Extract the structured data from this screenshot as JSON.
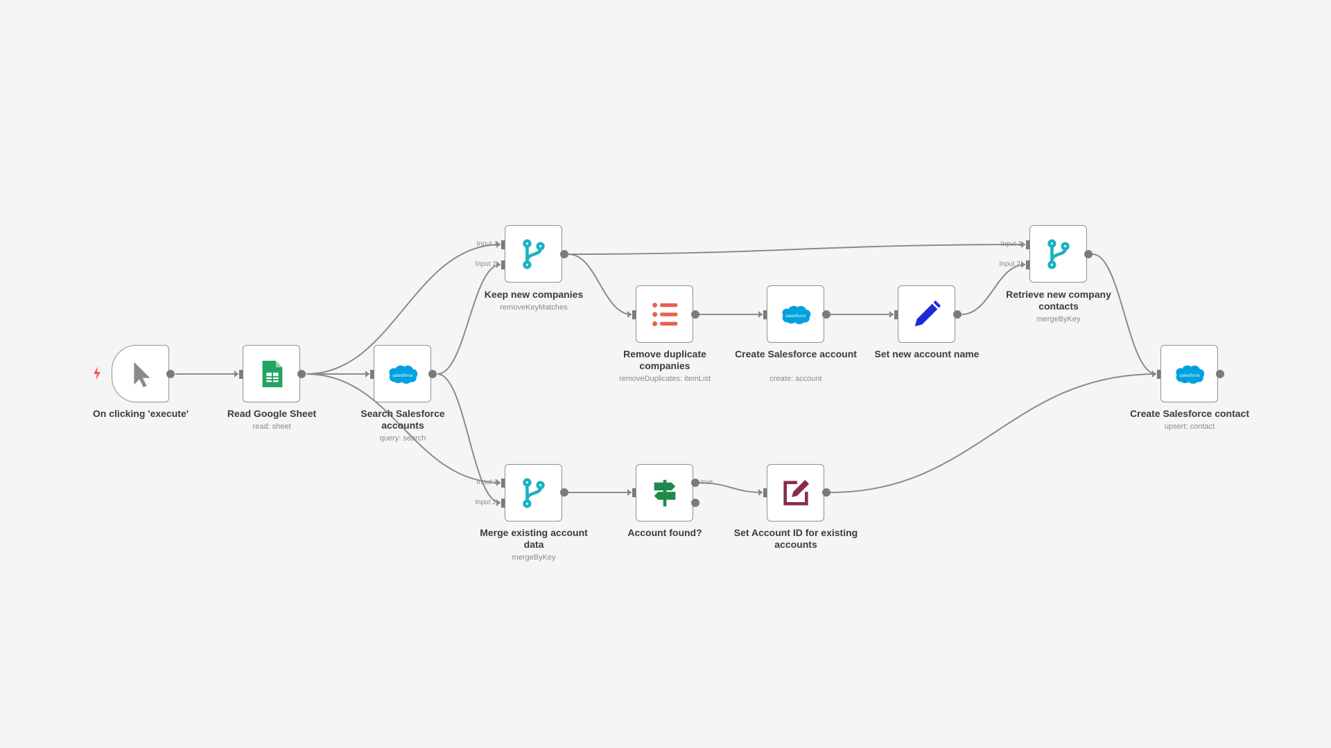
{
  "nodes": {
    "trigger": {
      "title": "On clicking 'execute'",
      "icon": "cursor-icon"
    },
    "read_sheet": {
      "title": "Read Google Sheet",
      "subtitle": "read: sheet",
      "icon": "google-sheets-icon"
    },
    "search_accounts": {
      "title": "Search Salesforce accounts",
      "subtitle": "query: search",
      "icon": "salesforce-icon"
    },
    "keep_new": {
      "title": "Keep new companies",
      "subtitle": "removeKeyMatches",
      "icon": "merge-icon",
      "input1": "Input 1",
      "input2": "Input 2"
    },
    "remove_dupes": {
      "title": "Remove duplicate companies",
      "subtitle": "removeDuplicates: itemList",
      "icon": "list-icon"
    },
    "create_account": {
      "title": "Create Salesforce account",
      "subtitle": "create: account",
      "icon": "salesforce-icon"
    },
    "set_name": {
      "title": "Set new account name",
      "icon": "pen-icon"
    },
    "retrieve_contacts": {
      "title": "Retrieve new company contacts",
      "subtitle": "mergeByKey",
      "icon": "merge-icon",
      "input1": "Input 1",
      "input2": "Input 2"
    },
    "create_contact": {
      "title": "Create Salesforce contact",
      "subtitle": "upsert: contact",
      "icon": "salesforce-icon"
    },
    "merge_existing": {
      "title": "Merge existing account data",
      "subtitle": "mergeByKey",
      "icon": "merge-icon",
      "input1": "Input 1",
      "input2": "Input 2"
    },
    "account_found": {
      "title": "Account found?",
      "icon": "signpost-icon",
      "true_label": "true"
    },
    "set_account_id": {
      "title": "Set Account ID for existing accounts",
      "icon": "edit-icon"
    }
  },
  "salesforce_text": "salesforce",
  "colors": {
    "merge": "#1ab3c2",
    "sheets": "#21a464",
    "salesforce": "#00a1e0",
    "list": "#e8614d",
    "pen": "#1e2ad6",
    "signpost": "#1f8a4c",
    "edit": "#8a2b4b",
    "bolt": "#ee5a5a"
  }
}
